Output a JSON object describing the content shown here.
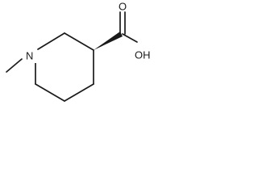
{
  "structure": {
    "atoms": {
      "nitrogen": "N",
      "carbonyl_oxygen": "O",
      "hydroxyl": "OH"
    },
    "colors": {
      "ink": "#1a1a1a",
      "background": "#ffffff"
    }
  }
}
